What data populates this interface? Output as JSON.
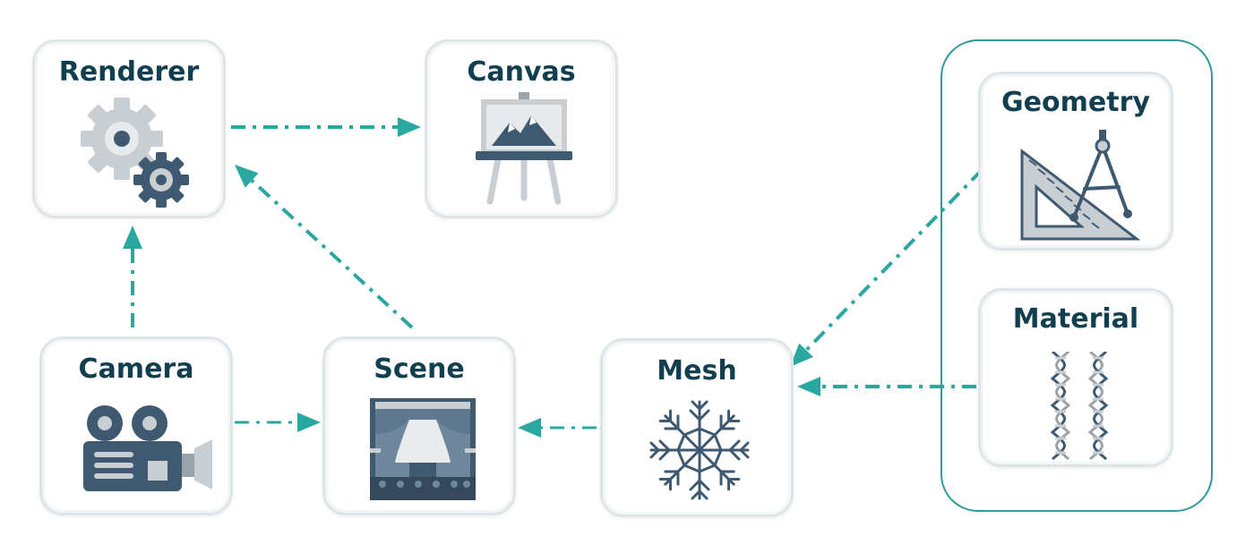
{
  "colors": {
    "arrow": "#2aa8a0",
    "title": "#123f4f",
    "border": "#dfe5e7",
    "group_border": "#2e9c96",
    "icon_dark": "#3f5a70",
    "icon_light": "#c7ccd0"
  },
  "nodes": {
    "renderer": {
      "label": "Renderer",
      "icon": "gears-icon"
    },
    "canvas": {
      "label": "Canvas",
      "icon": "easel-painting-icon"
    },
    "camera": {
      "label": "Camera",
      "icon": "film-camera-icon"
    },
    "scene": {
      "label": "Scene",
      "icon": "theater-stage-icon"
    },
    "mesh": {
      "label": "Mesh",
      "icon": "snowflake-icon"
    },
    "geometry": {
      "label": "Geometry",
      "icon": "set-square-compass-icon"
    },
    "material": {
      "label": "Material",
      "icon": "dna-icon"
    }
  },
  "edges": [
    {
      "from": "renderer",
      "to": "canvas"
    },
    {
      "from": "camera",
      "to": "renderer"
    },
    {
      "from": "scene",
      "to": "renderer"
    },
    {
      "from": "camera",
      "to": "scene"
    },
    {
      "from": "mesh",
      "to": "scene"
    },
    {
      "from": "geometry",
      "to": "mesh"
    },
    {
      "from": "material",
      "to": "mesh"
    }
  ]
}
